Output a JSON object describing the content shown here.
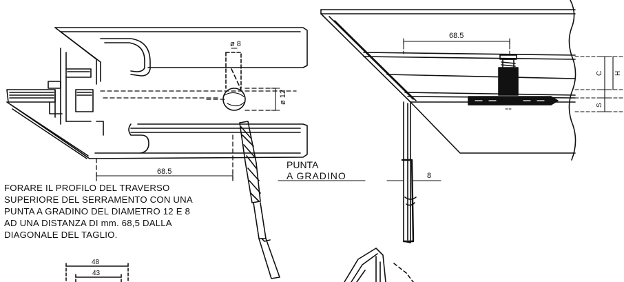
{
  "dimensions": {
    "hole_small": "ø 8",
    "hole_large": "ø 12",
    "distance_left": "68.5",
    "distance_right": "68.5",
    "thickness": "8",
    "dim_c": "C",
    "dim_h": "H",
    "dim_s": "S",
    "bottom_outer": "48",
    "bottom_inner": "43"
  },
  "drill_label": {
    "line1": "PUNTA",
    "line2": "A  GRADINO"
  },
  "instructions": {
    "line1": "FORARE IL PROFILO DEL TRAVERSO",
    "line2": "SUPERIORE DEL SERRAMENTO CON UNA",
    "line3": "PUNTA A GRADINO DEL DIAMETRO 12 E 8",
    "line4": "AD UNA DISTANZA DI mm. 68,5 DALLA",
    "line5": "DIAGONALE DEL TAGLIO."
  }
}
